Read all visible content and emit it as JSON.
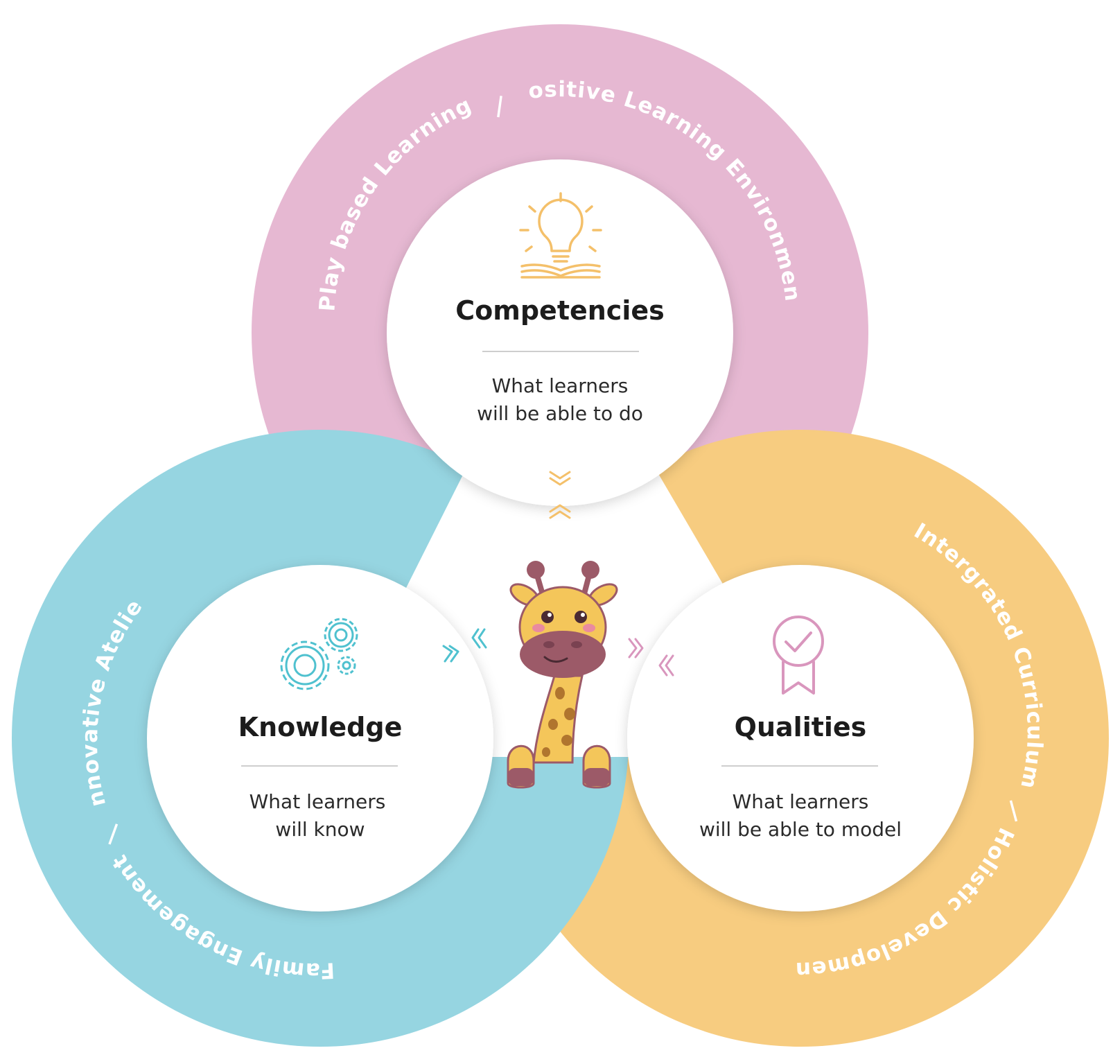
{
  "colors": {
    "pink": "#e6b8d2",
    "blue": "#96d5e1",
    "yellow": "#f7cc80",
    "hub": "#ffffff",
    "icon_yellow": "#f4c06a",
    "icon_blue": "#4fc1cf",
    "icon_pink": "#d996bd"
  },
  "competencies": {
    "icon": "lightbulb-book-icon",
    "title": "Competencies",
    "line1": "What learners",
    "line2": "will be able to do",
    "arc_left": "Play based Learning",
    "arc_sep": "|",
    "arc_right": "Positive Learning Environment"
  },
  "knowledge": {
    "icon": "gears-icon",
    "title": "Knowledge",
    "line1": "What learners",
    "line2": "will know",
    "arc_top": "Innovative Atelier",
    "arc_sep": "|",
    "arc_bottom": "Family Engagement"
  },
  "qualities": {
    "icon": "award-ribbon-icon",
    "title": "Qualities",
    "line1": "What learners",
    "line2": "will be able to model",
    "arc_top": "Intergrated Curriculum",
    "arc_sep": "|",
    "arc_bottom": "Holistic Development"
  },
  "mascot": {
    "icon": "giraffe-icon"
  }
}
